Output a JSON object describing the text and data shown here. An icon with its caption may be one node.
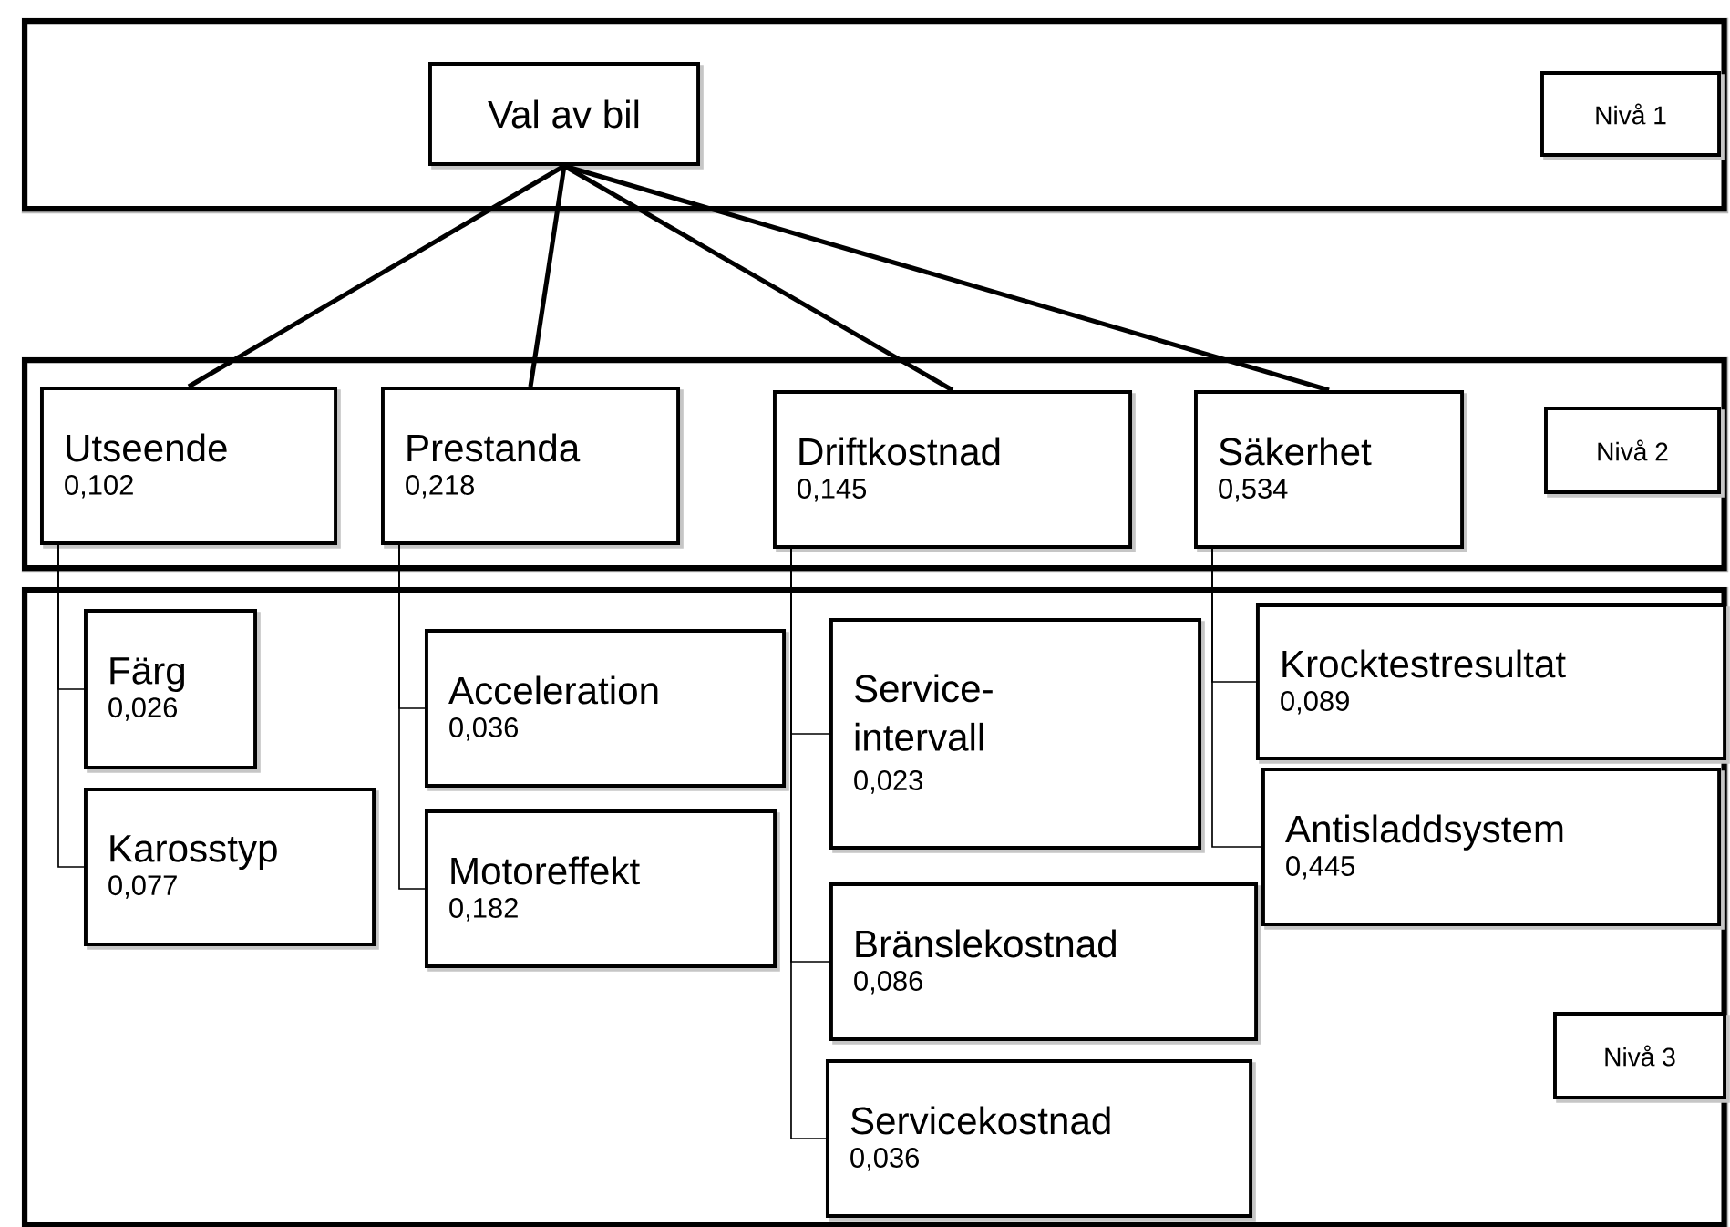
{
  "diagram": {
    "nodes": [
      {
        "text": [],
        "shape": "box"
      },
      {
        "text": [
          "Val av bil"
        ],
        "in": 0
      },
      {
        "text": [
          "Nivå 1"
        ],
        "in": 0
      },
      {
        "text": [],
        "shape": "box"
      },
      {
        "text": [
          "Utseende",
          "0,102"
        ],
        "in": 3
      },
      {
        "text": [
          "Prestanda",
          "0,218"
        ],
        "in": 3
      },
      {
        "text": [
          "Driftkostnad",
          "0,145"
        ],
        "in": 3
      },
      {
        "text": [
          "Säkerhet",
          "0,534"
        ],
        "in": 3
      },
      {
        "text": [
          "Nivå 2"
        ],
        "in": 3
      },
      {
        "text": [],
        "shape": "box"
      },
      {
        "text": [
          "Färg",
          "0,026"
        ],
        "in": 9
      },
      {
        "text": [
          "Karosstyp",
          "0,077"
        ],
        "in": 9
      },
      {
        "text": [
          "Acceleration",
          "0,036"
        ],
        "in": 9
      },
      {
        "text": [
          "Motoreffekt",
          "0,182"
        ],
        "in": 9
      },
      {
        "text": [
          "Service-intervall",
          "0,023"
        ],
        "in": 9
      },
      {
        "text": [
          "Bränslekostnad",
          "0,086"
        ],
        "in": 9
      },
      {
        "text": [
          "Servicekostnad",
          "0,036"
        ],
        "in": 9
      },
      {
        "text": [
          "Krocktestresultat",
          "0,089"
        ],
        "in": 9
      },
      {
        "text": [
          "Antisladdsystem",
          "0,445"
        ],
        "in": 9
      },
      {
        "text": [
          "Nivå 3"
        ],
        "in": 9
      }
    ],
    "edges": [
      {
        "from": 1,
        "to": 4,
        "arrow": "none",
        "style": "thick"
      },
      {
        "from": 1,
        "to": 5,
        "arrow": "none",
        "style": "thick"
      },
      {
        "from": 1,
        "to": 6,
        "arrow": "none",
        "style": "thick"
      },
      {
        "from": 1,
        "to": 7,
        "arrow": "none",
        "style": "thick"
      },
      {
        "from": 4,
        "to": 10,
        "arrow": "none"
      },
      {
        "from": 4,
        "to": 11,
        "arrow": "none"
      },
      {
        "from": 5,
        "to": 12,
        "arrow": "none"
      },
      {
        "from": 5,
        "to": 13,
        "arrow": "none"
      },
      {
        "from": 6,
        "to": 14,
        "arrow": "none"
      },
      {
        "from": 6,
        "to": 15,
        "arrow": "none"
      },
      {
        "from": 6,
        "to": 16,
        "arrow": "none"
      },
      {
        "from": 7,
        "to": 17,
        "arrow": "none"
      },
      {
        "from": 7,
        "to": 18,
        "arrow": "none"
      }
    ]
  }
}
